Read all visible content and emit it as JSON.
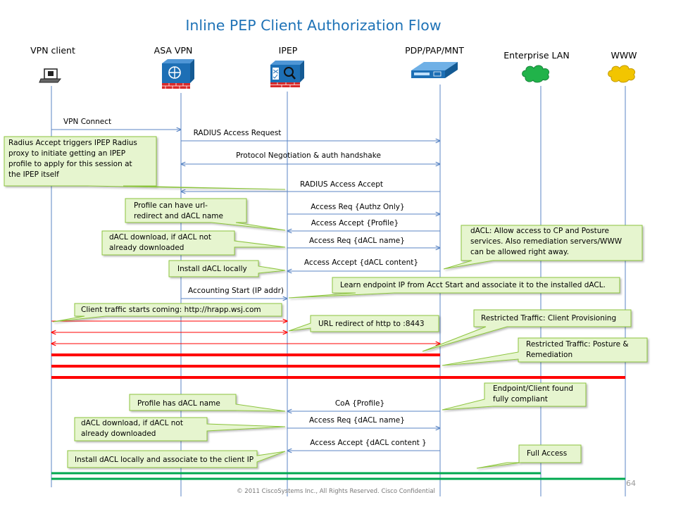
{
  "title": "Inline PEP Client Authorization Flow",
  "actors": [
    {
      "label": "VPN client",
      "icon": "laptop-icon"
    },
    {
      "label": "ASA VPN",
      "icon": "asa-firewall-icon"
    },
    {
      "label": "IPEP",
      "icon": "ipep-appliance-icon"
    },
    {
      "label": "PDP/PAP/MNT",
      "icon": "policy-server-icon"
    },
    {
      "label": "Enterprise LAN",
      "icon": "enterprise-cloud-icon"
    },
    {
      "label": "WWW",
      "icon": "internet-cloud-icon"
    }
  ],
  "messages": [
    "VPN Connect",
    "RADIUS Access Request",
    "Protocol Negotiation & auth handshake",
    "RADIUS Access Accept",
    "Access Req {Authz Only}",
    "Access Accept {Profile}",
    "Access Req {dACL name}",
    "Access Accept {dACL content}",
    "Accounting Start (IP addr)",
    "CoA {Profile}",
    "Access Req {dACL name}",
    "Access Accept {dACL content }"
  ],
  "callouts": [
    {
      "lines": [
        "Radius Accept triggers  IPEP Radius",
        "proxy to initiate getting an IPEP",
        "profile to apply for this session at",
        "the IPEP itself"
      ]
    },
    {
      "lines": [
        "Profile  can have url-",
        "redirect and dACL name"
      ]
    },
    {
      "lines": [
        "dACL download, if dACL not",
        "already downloaded"
      ]
    },
    {
      "lines": [
        "dACL:  Allow access to CP and Posture",
        "services. Also remediation servers/WWW",
        "can be allowed right away."
      ]
    },
    {
      "lines": [
        "Install dACL locally"
      ]
    },
    {
      "lines": [
        "Learn endpoint IP from Acct Start and associate it to the installed dACL."
      ]
    },
    {
      "lines": [
        "Client traffic starts coming: http://hrapp.wsj.com"
      ]
    },
    {
      "lines": [
        "URL redirect of http to :8443"
      ]
    },
    {
      "lines": [
        "Restricted Traffic: Client Provisioning"
      ]
    },
    {
      "lines": [
        "Restricted Traffic: Posture &",
        "Remediation"
      ]
    },
    {
      "lines": [
        "Endpoint/Client found",
        "fully compliant"
      ]
    },
    {
      "lines": [
        "Profile  has dACL name"
      ]
    },
    {
      "lines": [
        "dACL download, if dACL not",
        "already downloaded"
      ]
    },
    {
      "lines": [
        "Install dACL locally and associate to the  client IP"
      ]
    },
    {
      "lines": [
        "Full Access"
      ]
    }
  ],
  "footer": "© 2011 CiscoSystems Inc., All Rights Reserved. Cisco Confidential",
  "page_number": "64",
  "colors": {
    "title": "#1f73b7",
    "lifeline": "#5b86c5",
    "arrow": "#5b86c5",
    "callout_fill": "#e6f5cf",
    "callout_stroke": "#8cc43e",
    "redirect": "#ff0000",
    "full_access": "#00a84f",
    "enterprise_cloud": "#21b34a",
    "www_cloud": "#f2c500",
    "device_blue": "#1d6fb5"
  }
}
